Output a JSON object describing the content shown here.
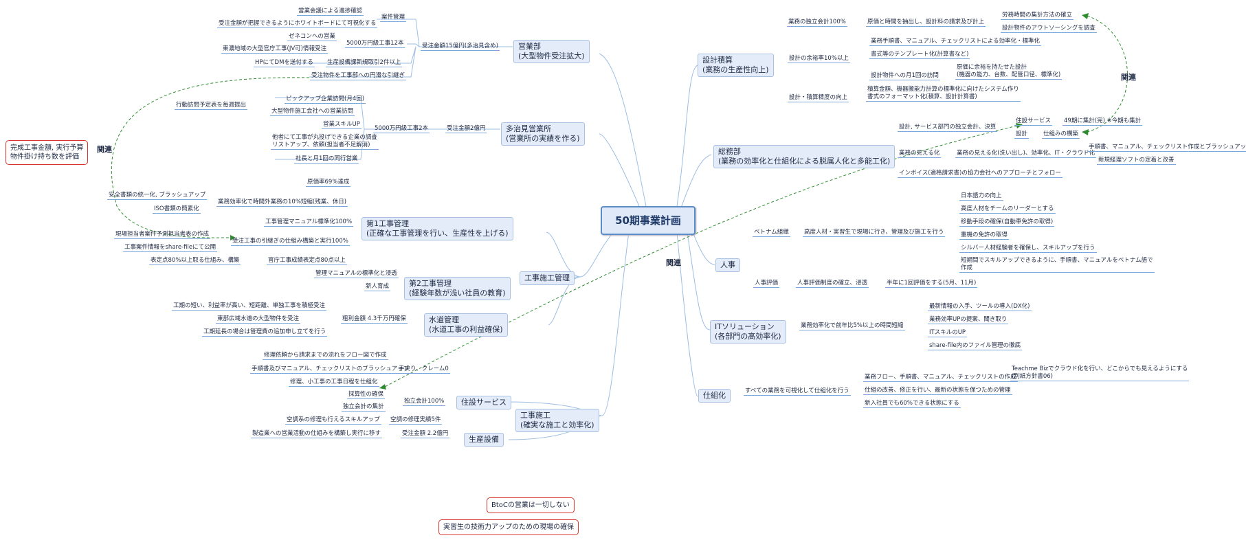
{
  "root": "50期事業計画",
  "relation_label": "関連",
  "notes": {
    "left": "完成工事金額, 実行予算\n物件掛け持ち数を評価",
    "btoc": "BtoCの営業は一切しない",
    "trainee": "実習生の技術力アップのための現場の確保"
  },
  "left": {
    "eigyo": {
      "title": "営業部\n(大型物件受注拡大)",
      "b1": "受注金額15億円(多治見含め)",
      "case_mgmt": "案件管理",
      "case_1": "営業会議による進捗確認",
      "case_2": "受注金額が把握できるようにホワイトボードにて可視化する",
      "large": "5000万円級工事12本",
      "large_1": "ゼネコンへの営業",
      "large_2": "東濃地域の大型官庁工事(JV可)情報受注",
      "facility": "生産設備課新規取引2件以上",
      "facility_1": "HPにてDMを送付する",
      "handover": "受注物件を工事部への円滑な引継ぎ"
    },
    "tajimi": {
      "title": "多治見営業所\n(営業所の実績を作る)",
      "b1": "受注金額2億円",
      "b2": "5000万円級工事2本",
      "l1": "ピックアップ企業訪問(月4回)",
      "l1a": "行動訪問予定表を毎週提出",
      "l2": "大型物件施工会社への営業訪問",
      "l3": "営業スキルUP",
      "l4": "他者にて工事が丸投げできる企業の調査\nリストアップ、依頼(担当者不足解消)",
      "l5": "社長と月1回の同行営業"
    },
    "koji1": {
      "title": "第1工事管理\n(正確な工事管理を行い、生産性を上げる)",
      "a": "原価率69%達成",
      "b": "業務効率化で時間外業務の10%短縮(残業、休日)",
      "b1": "安全書類の統一化, ブラッシュアップ",
      "b2": "ISO書類の簡素化",
      "c": "工事管理マニュアル標準化100%",
      "d": "受注工事の引継ぎの仕組み構築と実行100%",
      "d1": "現場担当者案件予測担当者表の作成",
      "d2": "工事案件情報をshare-fileにて公開",
      "e": "官庁工事成績表定点80点以上",
      "e1": "表定点80%以上取る仕組み、構築"
    },
    "koji2": {
      "title": "第2工事管理\n(経験年数が浅い社員の教育)",
      "a": "管理マニュアルの標準化と浸透",
      "b": "新人育成"
    },
    "suido": {
      "title": "水道管理\n(水道工事の利益確保)",
      "b1": "粗利金額 4.3千万円確保",
      "l1": "工期の短い、利益率が高い、短距離、単独工事を積極受注",
      "l2": "東部広域水道の大型物件を受注",
      "l3": "工期延長の場合は管理費の追加申し立てを行う"
    },
    "sekou_kanri": "工事施工管理",
    "jusetsu": {
      "title": "住設サービス",
      "b1": "手戻り、クレーム0",
      "b1a": "修理依頼から請求までの流れをフロー図で作成",
      "b1b": "手順書及びマニュアル、チェックリストのブラッシュアップ",
      "b1c": "修理、小工事の工事日程を仕組化",
      "b2": "独立会計100%",
      "b2a": "採算性の確保",
      "b2b": "独立会計の集計",
      "b3": "空調の修理実績5件",
      "b3a": "空調系の修理も行えるスキルアップ"
    },
    "seisan": {
      "title": "生産設備",
      "b1": "受注金額 2.2億円",
      "b1a": "製造業への営業活動の仕組みを構築し実行に移す"
    },
    "sekou": "工事施工\n(確実な施工と効率化)"
  },
  "right": {
    "sekkei": {
      "title": "設計積算\n(業務の生産性向上)",
      "a": "業務の独立会計100%",
      "a1": "原価と時間を抽出し、設計料の請求及び計上",
      "a1a": "労務時間の集計方法の確立",
      "a1b": "設計物件のアウトソーシングを調査",
      "b": "設計の余裕率10%以上",
      "b1": "業務手順書、マニュアル、チェックリストによる効率化・標準化",
      "b2": "書式等のテンプレート化(計算書など)",
      "b3": "設計物件への月1回の訪問",
      "b3a": "原価に余裕を持たせた設計\n(機器の能力、台数、配管口径、標準化)",
      "c": "設計・積算精度の向上",
      "c1": "積算金額、機器搬能力計算の標準化に向けたシステム作り\n書式のフォーマット化(積算、設計計算書)"
    },
    "somu": {
      "title": "総務部\n(業務の効率化と仕組化による脱属人化と多能工化)",
      "a": "設計, サービス部門の独立会計、決算",
      "a1": "住設サービス",
      "a1a": "49期に集計(完) ※今期も集計",
      "a2": "設計",
      "a2a": "仕組みの構築",
      "b": "業務の見える化",
      "b1": "業務の見える化(洗い出し)、効率化、IT・クラウド化",
      "b1a": "手順書、マニュアル、チェックリスト作成とブラッシュアップ",
      "b1b": "新規経理ソフトの定着と改善",
      "c": "インボイス(適格請求書)の協力会社へのアプローチとフォロー"
    },
    "jinji": {
      "title": "人事",
      "a": "ベトナム組織",
      "a1": "高度人材・実習生で現場に行き、管理及び施工を行う",
      "a1a": "日本語力の向上",
      "a1b": "高度人材をチームのリーダーとする",
      "a1c": "移動手段の確保(自動車免許の取得)",
      "a1d": "重機の免許の取得",
      "a1e": "シルバー人材経験者を確保し、スキルアップを行う",
      "a1f": "短期間でスキルアップできるように、手順書、マニュアルをベトナム語で\n作成",
      "b": "人事評価",
      "b1": "人事評価制度の確立、浸透",
      "b1a": "半年に1回評価をする(5月、11月)"
    },
    "it": {
      "title": "ITソリューション\n(各部門の高効率化)",
      "a": "業務効率化で前年比5%以上の時間短縮",
      "a1": "最新情報の入手、ツールの導入(DX化)",
      "a2": "業務効率UPの提案、聞き取り",
      "a3": "ITスキルのUP",
      "a4": "share-file内のファイル管理の徹底"
    },
    "shikumi": {
      "title": "仕組化",
      "a": "すべての業務を可視化して仕組化を行う",
      "a1": "業務フロー、手順書、マニュアル、チェックリストの作成",
      "a1a": "Teachme Bizでクラウド化を行い、どこからでも見えるようにする\n(別紙方針書06)",
      "a2": "仕組の改善、修正を行い、最新の状態を保つための管理",
      "a3": "新入社員でも60%できる状態にする"
    }
  }
}
